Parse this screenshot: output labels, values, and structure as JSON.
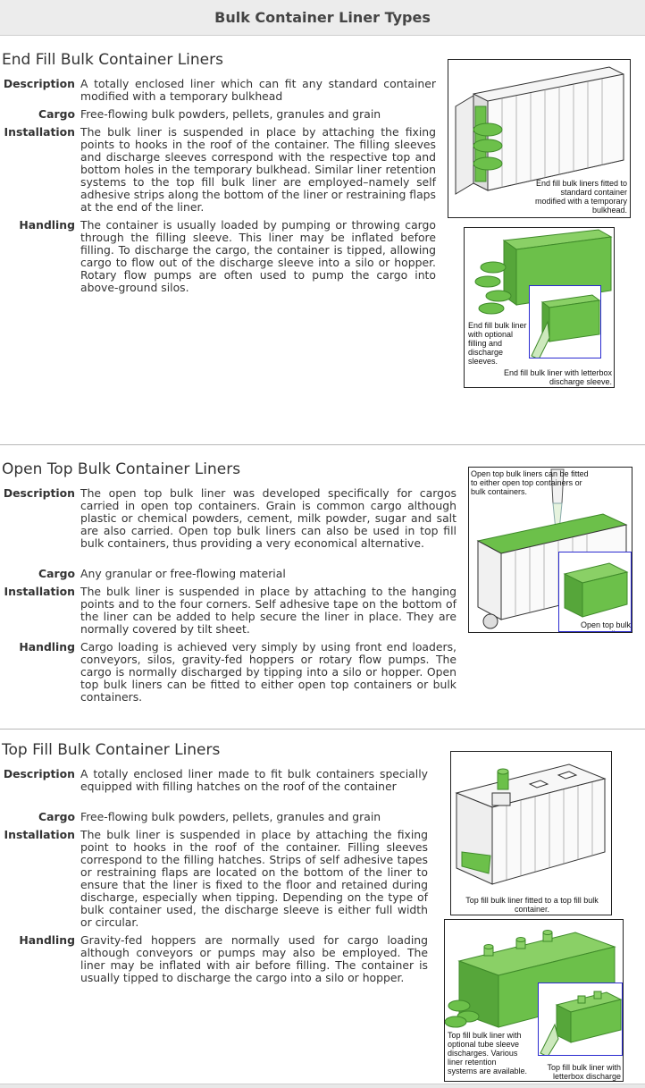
{
  "page": {
    "title": "Bulk Container Liner Types"
  },
  "labels": {
    "description": "Description",
    "cargo": "Cargo",
    "installation": "Installation",
    "handling": "Handling"
  },
  "sections": [
    {
      "title": "End Fill Bulk Container Liners",
      "description": "A totally enclosed liner which can fit any standard container modified with a temporary bulkhead",
      "cargo": "Free-flowing bulk powders, pellets, granules and grain",
      "installation": "The bulk liner is suspended in place by attaching the fixing points to hooks in the roof of the container. The filling sleeves and discharge sleeves correspond with the respective top and bottom holes in the temporary bulkhead. Similar liner retention systems to the top fill bulk liner are employed–namely self adhesive strips along the bottom of the liner or restraining flaps at the end of the liner.",
      "handling": "The container is usually loaded by pumping or throwing cargo through the filling sleeve. This liner may be inflated before filling. To discharge the cargo, the container is tipped, allowing cargo to flow out of the discharge sleeve into a silo or hopper. Rotary flow pumps are often used to pump the cargo into above-ground silos.",
      "figures": [
        {
          "caption": "End fill bulk liners fitted to standard container modified with a temporary bulkhead."
        },
        {
          "caption": "End fill bulk liner with optional filling and discharge sleeves.",
          "inset_caption": "End fill bulk liner with letterbox discharge sleeve."
        }
      ]
    },
    {
      "title": "Open Top Bulk Container Liners",
      "description": "The open top bulk liner was developed specifically for cargos carried in open top containers. Grain is common cargo although plastic or chemical powders, cement, milk powder, sugar and salt are also carried. Open top bulk liners can also be used in top fill bulk containers, thus providing a very economical alternative.",
      "cargo": "Any granular or free-flowing material",
      "installation": "The bulk liner is suspended in place by attaching to the hanging points and to the four corners. Self adhesive tape on the bottom of the liner can be added to help secure the liner in place. They are normally covered by tilt sheet.",
      "handling": "Cargo loading is achieved very simply by using front end loaders, conveyors, silos, gravity-fed hoppers or rotary flow pumps. The cargo is normally discharged by tipping into a silo or hopper. Open top bulk liners can be fitted to either open top containers or bulk containers.",
      "figures": [
        {
          "caption": "Open top bulk liners can be fitted to either open top containers or bulk containers.",
          "inset_caption": "Open top bulk liners"
        }
      ]
    },
    {
      "title": "Top Fill Bulk Container Liners",
      "description": "A totally enclosed liner made to fit bulk containers specially equipped with filling hatches on the roof of the container",
      "cargo": "Free-flowing bulk powders, pellets, granules and grain",
      "installation": "The bulk liner is suspended in place by attaching the fixing point to hooks in the roof of the container. Filling sleeves correspond to the filling hatches. Strips of self adhesive tapes or restraining flaps are located on the bottom of the liner to ensure that the liner is fixed to the floor and retained during discharge, especially when tipping. Depending on the type of bulk container used, the discharge sleeve is either full width or circular.",
      "handling": "Gravity-fed hoppers are normally used for cargo loading although conveyors or pumps may also be employed. The liner may be inflated with air before filling. The container is usually tipped to discharge the cargo into a silo or hopper.",
      "figures": [
        {
          "caption": "Top fill bulk liner fitted to a top fill bulk container."
        },
        {
          "caption": "Top fill bulk liner with optional tube sleeve discharges. Various liner retention systems are available.",
          "inset_caption": "Top fill bulk liner with letterbox discharge sleeve."
        }
      ]
    }
  ],
  "colors": {
    "liner_green": "#6cc04a",
    "liner_dark": "#3f8a2a",
    "inset_border": "#2b2bd0"
  }
}
